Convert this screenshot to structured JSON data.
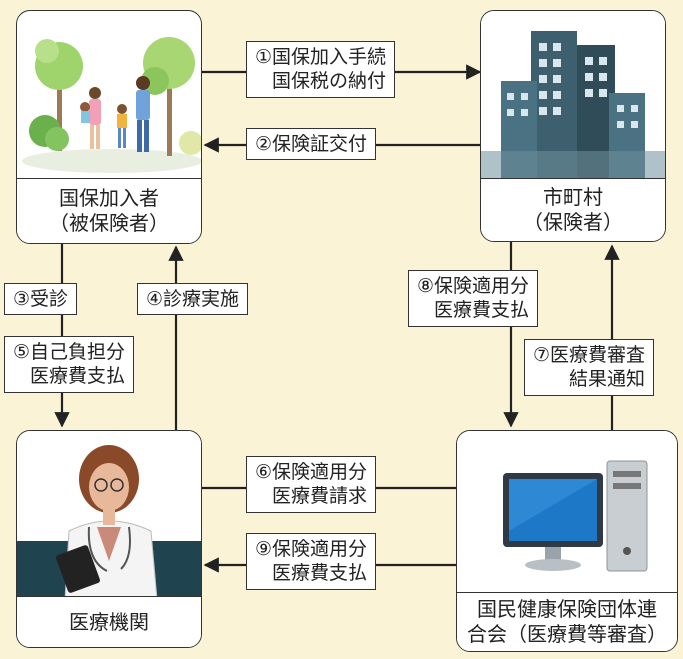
{
  "nodes": {
    "insured": {
      "label": "国保加入者\n（被保険者）",
      "icon": "family-park-illustration"
    },
    "municipality": {
      "label": "市町村\n（保険者）",
      "icon": "city-buildings-illustration"
    },
    "medical": {
      "label": "医療機関",
      "icon": "doctor-illustration"
    },
    "federation": {
      "label": "国民健康保険団体連\n合会（医療費等審査）",
      "icon": "computer-illustration"
    }
  },
  "steps": {
    "s1": "①国保加入手続\n国保税の納付",
    "s2": "②保険証交付",
    "s3": "③受診",
    "s4": "④診療実施",
    "s5": "⑤自己負担分\n医療費支払",
    "s6": "⑥保険適用分\n医療費請求",
    "s7": "⑦医療費審査\n結果通知",
    "s8": "⑧保険適用分\n医療費支払",
    "s9": "⑨保険適用分\n医療費支払"
  },
  "colors": {
    "background": "#fbf3d6",
    "line": "#222222",
    "box": "#ffffff"
  }
}
